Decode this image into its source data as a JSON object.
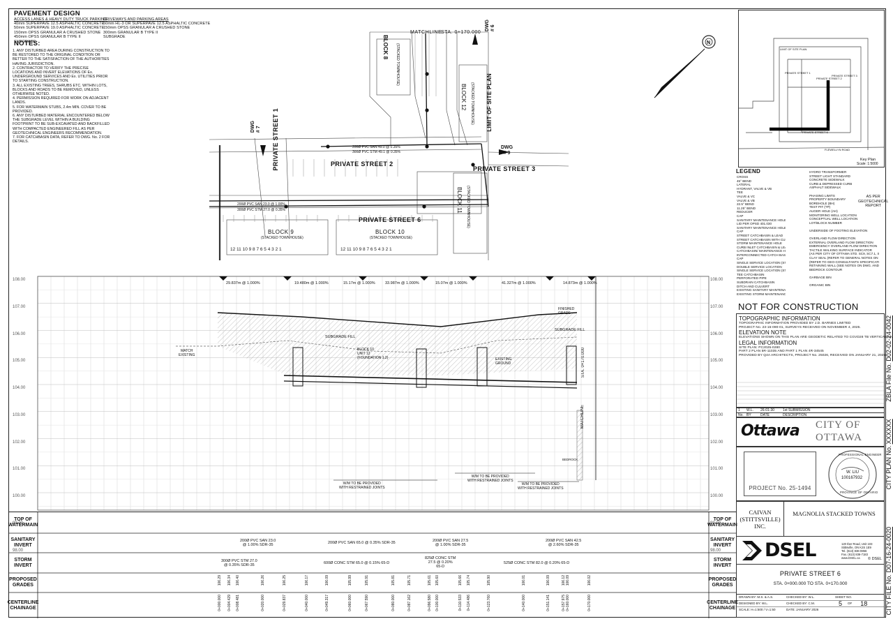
{
  "pavement": {
    "title": "PAVEMENT DESIGN",
    "heavy_heading": "ACCESS LANES & HEAVY DUTY TRUCK PARKING",
    "heavy_lines": [
      "40mm SUPERPAVE 12.5 ASPHALTIC CONCRETE",
      "50mm SUPERPAVE 19.0 ASPHALTIC CONCRETE",
      "150mm OPSS GRANULAR A CRUSHED STONE",
      "450mm OPSS GRANULAR B TYPE II",
      "SUBGRADE"
    ],
    "drive_heading": "DRIVEWAYS AND PARKING AREAS",
    "drive_lines": [
      "50mm HL-3 OR SUPERPAVE 12.5 ASPHALTIC CONCRETE",
      "150mm OPSS GRANULAR A CRUSHED STONE",
      "300mm GRANULAR B TYPE II",
      "SUBGRADE"
    ]
  },
  "notes": {
    "title": "NOTES:",
    "items": [
      "1.  ANY DISTURBED AREA DURING CONSTRUCTION TO BE RESTORED TO THE ORIGINAL CONDITION OR BETTER TO THE SATISFACTION OF THE AUTHORITIES HAVING JURISDICTION.",
      "2.  CONTRACTOR TO VERIFY THE PRECISE LOCATIONS AND INVERT ELEVATIONS OF Ex. UNDERGROUND SERVICES AND Ex. UTILITIES PRIOR TO STARTING CONSTRUCTION.",
      "3.  ALL EXISTING TREES, SHRUBS ETC. WITHIN LOTS, BLOCKS AND ROADS TO BE REMOVED, UNLESS OTHERWISE NOTED.",
      "4.  PERMISSION REQUIRED FOR WORK ON ADJACENT LANDS.",
      "5.  FOR WATERMAIN STUBS, 2.4m MIN. COVER TO BE PROVIDED.",
      "6.  ANY DISTURBED MATERIAL ENCOUNTERED BELOW THE SUBGRADE LEVEL WITHIN A BUILDING FOOTPRINT TO BE SUB-EXCAVATED AND BACKFILLED WITH COMPACTED ENGINEERED FILL AS PER GEOTECHNICAL ENGINEERS RECOMMENDATION.",
      "7.  FOR CATCHBASIN DATA, REFER TO DWG. No. 2 FOR DETAILS."
    ]
  },
  "plan": {
    "matchline": "MATCHLINE",
    "matchline_sta": "STA. 0+170.000",
    "dwg6": "DWG\n# 6",
    "dwg7": "DWG\n# 7",
    "dwg9": "DWG\n# 9",
    "private_street_1": "PRIVATE STREET 1",
    "private_street_2": "PRIVATE STREET 2",
    "private_street_3": "PRIVATE STREET 3",
    "private_street_6": "PRIVATE STREET 6",
    "limit_site": "LIMIT OF SITE PLAN",
    "block8": "BLOCK 8",
    "block8_sub": "(STACKED TOWNHOUSE)",
    "block9": "BLOCK 9",
    "block9_sub": "(STACKED TOWNHOUSE)",
    "block10": "BLOCK 10",
    "block10_sub": "(STACKED TOWNHOUSE)",
    "block11": "BLOCK 11",
    "block11_sub": "(STACKED TOWNHOUSE)",
    "block12": "BLOCK 12",
    "block12_sub": "(STACKED TOWNHOUSE)",
    "pipe_san": "200Ø PVC SAN 23.0 @ 1.00%",
    "pipe_stm": "300Ø PVC STM 27.0 @ 0.35%",
    "pipe_st2": "200Ø PVC SAN 49.0 @ 0.35%",
    "pipe_st2b": "300Ø PVC STM 49.1 @ 0.35%"
  },
  "keymap": {
    "title": "Key Plan",
    "scale": "Scale: 1:5000",
    "limit": "LIMIT OF SITE PLAN",
    "private_street_1": "PRIVATE STREET 1",
    "private_street_2": "PRIVATE STREET 2",
    "private_street_3": "PRIVATE STREET 3",
    "private_street_6": "PRIVATE STREET 6",
    "road": "FLEWELLYN ROAD"
  },
  "legend": {
    "title": "LEGEND",
    "left": [
      "CROSS",
      "45° BEND",
      "LATERAL",
      "HYDRANT, VALVE & VB",
      "TEE",
      "VALVE & VC",
      "VALVE & VB",
      "22.5° BEND",
      "11.25° BEND",
      "REDUCER",
      "CAP",
      "SANITARY MAINTENANCE HOLE (WATERTIGHT)",
      "LID PER OPSD 401.030",
      "SANITARY MAINTENANCE HOLE",
      "CAP",
      "STREET CATCHBASIN & LEAD",
      "STREET CATCHBASIN WITH CURB INLET & LEAD",
      "STORM MAINTENANCE HOLE",
      "CURB INLET CATCHBASIN & LEAD",
      "CATCHBASIN/ MAINTENANCE HOLE",
      "INTERCONNECTED CATCH BASIN & LEADS",
      "CAP",
      "SINGLE SERVICE LOCATION (ST, SAN & WM)",
      "DOUBLE SERVICE LOCATION",
      "SINGLE SERVICE LOCATION (ST, SAN & WM)",
      "TEE CATCHBASIN",
      "PERFORATED PIPE",
      "SUBDRAIN CATCHBASIN",
      "DITCH AND CULVERT",
      "EXISTING SANITARY MAINTENANCE HOLE",
      "EXISTING STORM MAINTENANCE HOLE"
    ],
    "right": [
      "HYDRO TRANSFORMER",
      "STREET LIGHT STANDARD",
      "CONCRETE SIDEWALK",
      "CURB & DEPRESSED CURB",
      "ASPHALT SIDEWALK",
      "",
      "PHASING LIMITS",
      "PROPERTY BOUNDARY",
      "BOREHOLE (BH)",
      "TEST PIT (TP)",
      "AUGER HOLE (AH)",
      "MONITORING WELL LOCATION",
      "CONCEPTUAL WELL LOCATION",
      "LOT/BLOCK NUMBER",
      "",
      "UNDERSIDE OF FOOTING ELEVATION",
      "",
      "OVERLAND FLOW DIRECTION",
      "EXTERNAL OVERLAND FLOW DIRECTION",
      "EMERGENCY OVERLAND FLOW DIRECTION",
      "TACTILE WALKING SURFACE INDICATOR",
      "(AS PER CITY OF OTTAWA STD. SC9, SC7.1, SC7.2, SC7.3, SC7.4)",
      "CLAY SEAL (REFER TO GENERAL NOTES ON DWG.No. 1 FOR DETAILS)",
      "(REFER TO GEO-CONSULTANTS SPECIFICATIONS)",
      "RETAINING WALL (SEE NOTES ON DWG. AND STRUCTURAL DWGS FOR DETAIL)",
      "BEDROCK CONTOUR",
      "",
      "GARBAGE BIN",
      "",
      "ORGANIC BIN"
    ],
    "geo_report": "AS PER\nGEOTECHNICAL\nREPORT"
  },
  "status": {
    "not_for_construction": "NOT FOR CONSTRUCTION",
    "topo_title": "TOPOGRAPHIC INFORMATION",
    "topo_lines": [
      "TOPOGRAPHIC INFORMATION PROVIDED BY J.D. BARNES LIMITED",
      "PROJECT No. 23-15-090-01, SURVEYS RECEIVED ON NOVEMBER 4, 2025."
    ],
    "elev_title": "ELEVATION NOTE",
    "elev_lines": [
      "ELEVATIONS SHOWN ON THIS PLAN ARE GEODETIC RELATED TO CGVD28 TB VERTICAL DATUM"
    ],
    "legal_title": "LEGAL INFORMATION",
    "legal_lines": [
      "SITE PLAN: PC2025-0280",
      "PART 2 PLAN 5R-11035 AND PART 1 PLAN 4R-34545",
      "PROVIDED BY Q4A ARCHITECTS, PROJECT No. 25026, RECEIVED ON JANUARY 21, 2026."
    ]
  },
  "revisions": {
    "row": [
      "1",
      "W.L.",
      "26-01-30",
      "1st SUBMISSION"
    ],
    "headers": [
      "No.",
      "BY",
      "DATE",
      "DESCRIPTION"
    ]
  },
  "city": {
    "ottawa": "Ottawa",
    "city_of": "CITY OF",
    "city_name": "OTTAWA",
    "project_no": "PROJECT No. 25-1494",
    "seal_name": "W. LIU",
    "seal_no": "100167932",
    "seal_top": "PROFESSIONAL ENGINEER",
    "seal_bottom": "PROVINCE OF ONTARIO"
  },
  "title_block": {
    "client": "CAIVAN\n(STITTSVILLE)\nINC.",
    "project": "MAGNOLIA STACKED TOWNS",
    "firm": "DSEL",
    "firm_address": [
      "120 Iber Road, Unit 103",
      "Stittsville, ON K2S 1E9",
      "Tel. (613) 836-0856",
      "Fax. (613) 836-7183",
      "www.DSEL.ca"
    ],
    "copyright": "© DSEL",
    "drawing_title": "PRIVATE STREET 6",
    "station": "STA. 0+000.000 TO STA. 0+170.000",
    "drawn_by": "DRAWN BY:  M.S. & A.S.",
    "checked_by1": "CHECKED BY:  W.L.",
    "designed_by": "DESIGNED BY:  W.L.",
    "checked_by2": "CHECKED BY:  C.M.",
    "scale": "SCALE: H=1:500 / V=1:50",
    "date": "DATE:  JANUARY 2026",
    "sheet_label": "SHEET NO.",
    "sheet_no": "5",
    "sheet_of": "OF",
    "sheet_total": "18"
  },
  "file_numbers": {
    "zbla_label": "ZBLA File No.",
    "zbla_value": "D02-02-24-0042",
    "city_plan_label": "CITY PLAN No.",
    "city_plan_value": "XXXXXX",
    "city_file_label": "CITY FILE No.",
    "city_file_value": "D07-16-24-0020"
  },
  "profile": {
    "y_labels": [
      "108.00",
      "107.00",
      "106.00",
      "105.00",
      "104.00",
      "103.00",
      "102.00",
      "101.00",
      "100.00",
      "99.00",
      "98.00"
    ],
    "top_dims": [
      "29.837m @ 1.000%",
      "19.480m @ 1.000%",
      "15.17m @ 1.000%",
      "33.987m @ 1.000%",
      "15.07m @ 1.000%",
      "41.327m @ 1.000%",
      "14.873m @ 1.000%"
    ],
    "match_existing": "MATCH\nEXISTING",
    "subgrade_fill": "SUBGRADE FILL",
    "block_label": "BLOCK 10\nUNIT 12\n(FOUNDATION 1.2)",
    "existing_ground": "EXISTING\nGROUND",
    "finished_grade": "FINISHED\nGRADE",
    "matchline": "MATCHLINE",
    "sta_text": "STA. 0+170.000",
    "bedrock": "BEDROCK",
    "wm_joint": "W/M TO BE PROVIDED\nWITH RESTRAINED JOINTS"
  },
  "table": {
    "rows": [
      "TOP OF\nWATERMAIN",
      "SANITARY\nINVERT",
      "STORM\nINVERT",
      "PROPOSED\nGRADES",
      "CENTERLINE\nCHAINAGE"
    ],
    "san_segments": [
      "200Ø PVC SAN 23.0\n@ 1.00% SDR-35",
      "200Ø PVC SAN 65.0 @ 0.35% SDR-35",
      "200Ø PVC SAN 27.5\n@ 1.00% SDR-35",
      "200Ø PVC SAN 42.5\n@ 2.60% SDR-35"
    ],
    "stm_segments": [
      "300Ø PVC STM 27.0\n@ 0.35% SDR-35",
      "600Ø CONC STM 65.0 @ 0.15% 65-D",
      "825Ø CONC STM\n27.5 @ 0.20%\n65-D",
      "525Ø CONC STM 82.0 @ 0.20% 65-D"
    ],
    "chainage": [
      "0+000.000",
      "0+004.429",
      "0+008.481",
      "0+020.000",
      "0+029.837",
      "0+040.000",
      "0+049.317",
      "0+060.000",
      "0+067.590",
      "0+080.000",
      "0+087.162",
      "0+096.580",
      "0+100.000",
      "0+110.533",
      "0+114.486",
      "0+123.760",
      "0+140.000",
      "0+151.141",
      "0+157.975",
      "0+160.000",
      "0+170.000"
    ],
    "grades": [
      "106.29",
      "106.34",
      "106.40",
      "106.26",
      "106.25",
      "106.17",
      "106.09",
      "105.99",
      "105.91",
      "105.81",
      "105.71",
      "105.61",
      "105.60",
      "105.66",
      "105.74",
      "105.90",
      "106.01",
      "106.09",
      "106.12",
      "106.09",
      "106.02"
    ]
  }
}
